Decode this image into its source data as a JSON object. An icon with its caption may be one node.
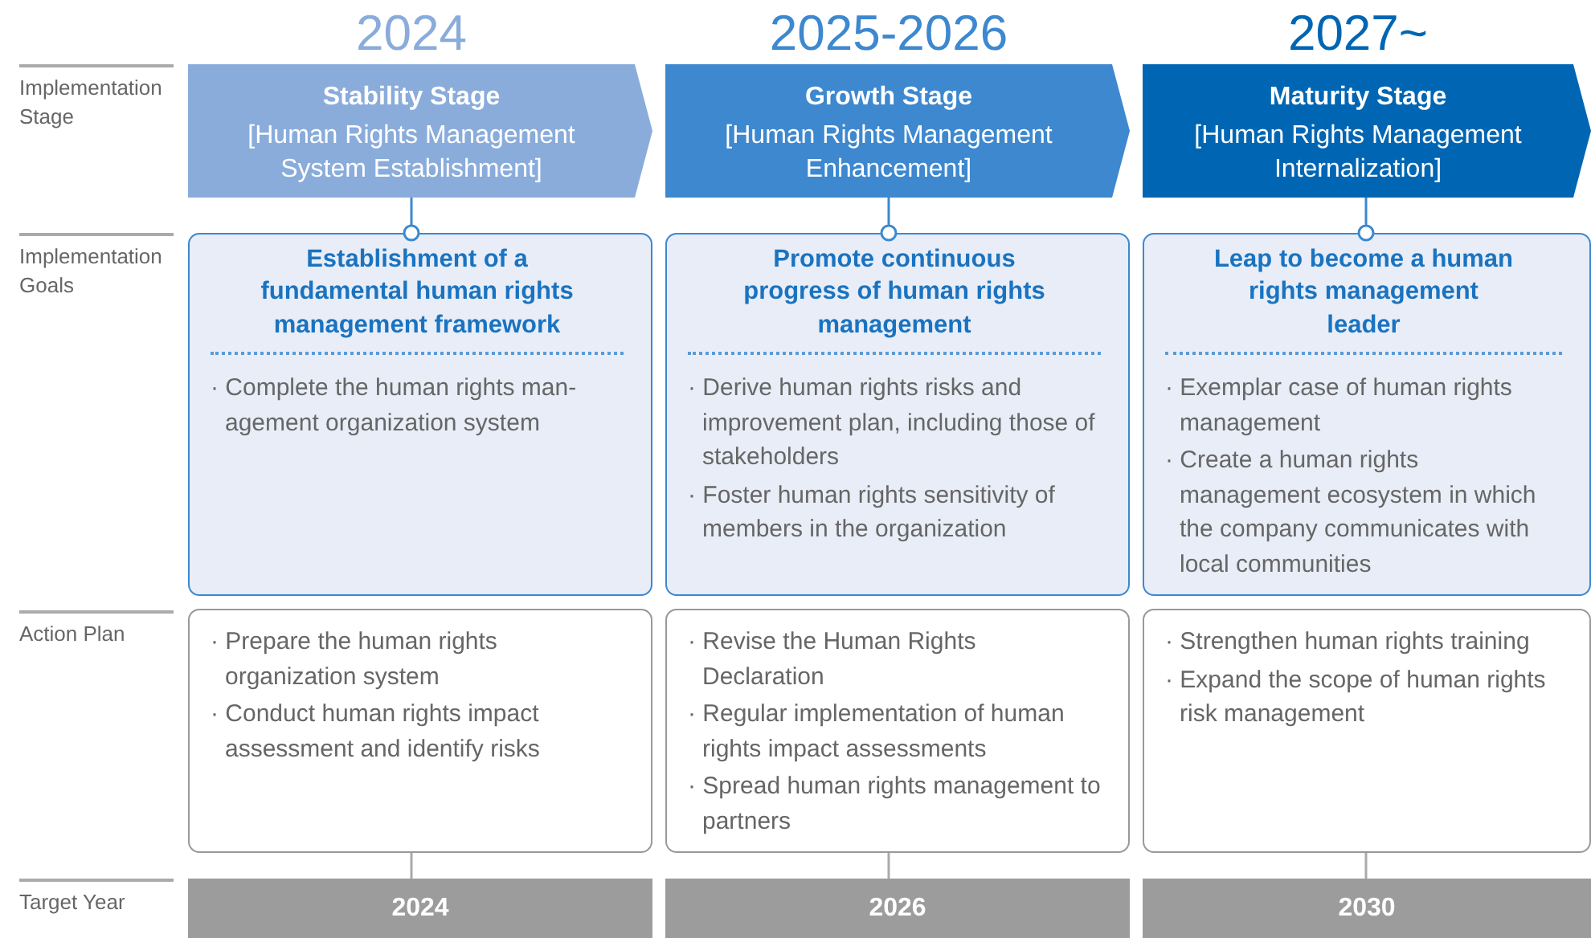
{
  "diagram": {
    "nodes": [
      {
        "text": [
          "Stability Stage",
          "[Human Rights Management System Establishment]"
        ],
        "beside": [
          "2024"
        ]
      },
      {
        "text": [
          "Growth Stage",
          "[Human Rights Management Enhancement]"
        ],
        "beside": [
          "2025-2026"
        ]
      },
      {
        "text": [
          "Maturity Stage",
          "[Human Rights Management Internalization]"
        ],
        "beside": [
          "2027~"
        ]
      },
      {
        "text": [
          "Establishment of a fundamental human rights management framework",
          "· Complete the human rights man-agement organization system"
        ]
      },
      {
        "text": [
          "Promote continuous progress of human rights management",
          "· Derive human rights risks and improvement plan, including those of stakeholders",
          "· Foster human rights sensitivity of members in the organization"
        ]
      },
      {
        "text": [
          "Leap to become a human rights management leader",
          "· Exemplar case of human rights management",
          "· Create a human rights management ecosystem in which the company communicates with local communities"
        ]
      },
      {
        "text": [
          "· Prepare the human rights organization system",
          "· Conduct human rights impact assessment and identify risks"
        ]
      },
      {
        "text": [
          "· Revise the Human Rights Declaration",
          "· Regular implementation of human rights impact assessments",
          "· Spread human rights management to partners"
        ]
      },
      {
        "text": [
          "· Strengthen human rights training",
          "· Expand the scope of human rights risk management"
        ]
      },
      {
        "text": [
          "2024"
        ]
      },
      {
        "text": [
          "2026"
        ]
      },
      {
        "text": [
          "2030"
        ]
      }
    ],
    "edges": [
      {
        "from": 0,
        "to": 3,
        "arrow": "other"
      },
      {
        "from": 1,
        "to": 4,
        "arrow": "other"
      },
      {
        "from": 2,
        "to": 5,
        "arrow": "other"
      },
      {
        "from": 6,
        "to": 9,
        "arrow": "none",
        "color": "#aaaaaa"
      },
      {
        "from": 7,
        "to": 10,
        "arrow": "none",
        "color": "#aaaaaa"
      },
      {
        "from": 8,
        "to": 11,
        "arrow": "none",
        "color": "#aaaaaa"
      }
    ],
    "labels": [
      "Implementation Stage",
      "Implementation Goals",
      "Action Plan",
      "Target Year"
    ]
  }
}
